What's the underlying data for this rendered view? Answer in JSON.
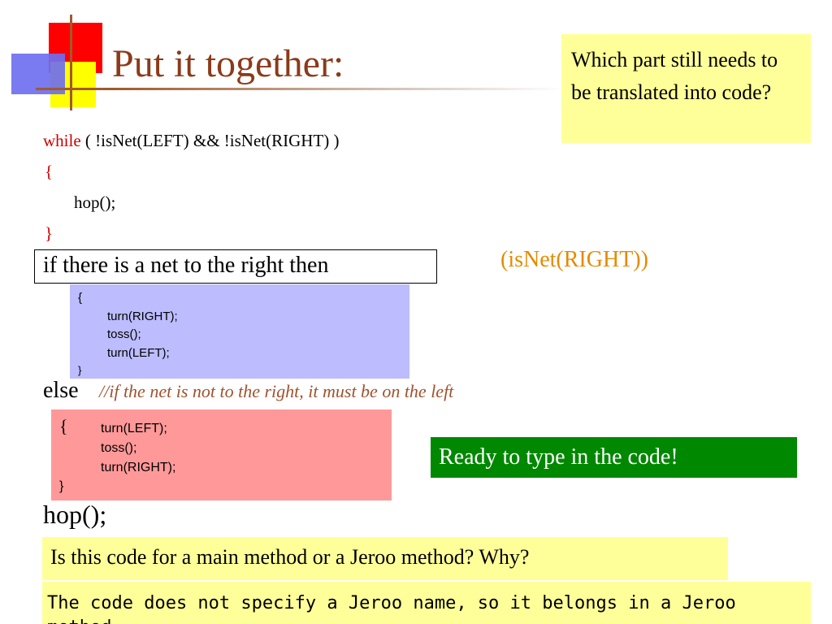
{
  "slide": {
    "title": "Put it together:",
    "question_box": "Which part still needs to be translated into code?",
    "while_keyword": "while",
    "while_condition": " ( !isNet(LEFT) && !isNet(RIGHT) )",
    "open_brace": "{",
    "hop_call": "hop();",
    "close_brace": "}",
    "if_box_text": "if there is a net to the right  then",
    "condition_hint": "(isNet(RIGHT))",
    "then_block": {
      "open": "{",
      "line1": "turn(RIGHT);",
      "line2": "toss();",
      "line3": "turn(LEFT);",
      "close": "}"
    },
    "else_word": "else",
    "else_comment": "//if the net is not to the right, it must be on the left",
    "else_block": {
      "open": "{",
      "line1": "turn(LEFT);",
      "line2": "toss();",
      "line3": "turn(RIGHT);",
      "close": "}"
    },
    "ready_box": "Ready to type in the code!",
    "final_hop": "hop();",
    "method_question": "Is this code for a main method or a Jeroo method? Why?",
    "answer": "The code does not specify a Jeroo name, so it belongs in a Jeroo method."
  }
}
